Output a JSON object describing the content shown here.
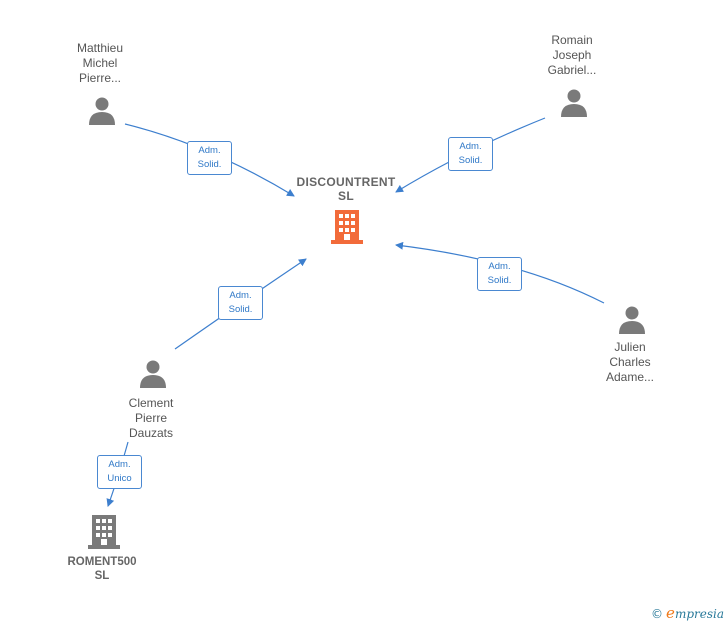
{
  "nodes": {
    "matthieu": {
      "line1": "Matthieu",
      "line2": "Michel",
      "line3": "Pierre..."
    },
    "romain": {
      "line1": "Romain",
      "line2": "Joseph",
      "line3": "Gabriel..."
    },
    "julien": {
      "line1": "Julien",
      "line2": "Charles",
      "line3": "Adame..."
    },
    "clement": {
      "line1": "Clement",
      "line2": "Pierre",
      "line3": "Dauzats"
    },
    "discountrent": {
      "line1": "DISCOUNTRENT",
      "line2": "SL"
    },
    "roment500": {
      "line1": "ROMENT500",
      "line2": "SL"
    }
  },
  "badges": {
    "matthieu": {
      "line1": "Adm.",
      "line2": "Solid."
    },
    "romain": {
      "line1": "Adm.",
      "line2": "Solid."
    },
    "julien": {
      "line1": "Adm.",
      "line2": "Solid."
    },
    "clement": {
      "line1": "Adm.",
      "line2": "Solid."
    },
    "roment": {
      "line1": "Adm.",
      "line2": "Unico"
    }
  },
  "colors": {
    "edge": "#3d7fce",
    "person_icon": "#7a7a7a",
    "main_company_icon": "#f26b3a",
    "company_icon": "#7a7a7a"
  },
  "icons": {
    "person": "person-icon",
    "company": "building-icon"
  },
  "brand": {
    "copyright": "©",
    "name_initial": "e",
    "name_rest": "mpresia"
  }
}
